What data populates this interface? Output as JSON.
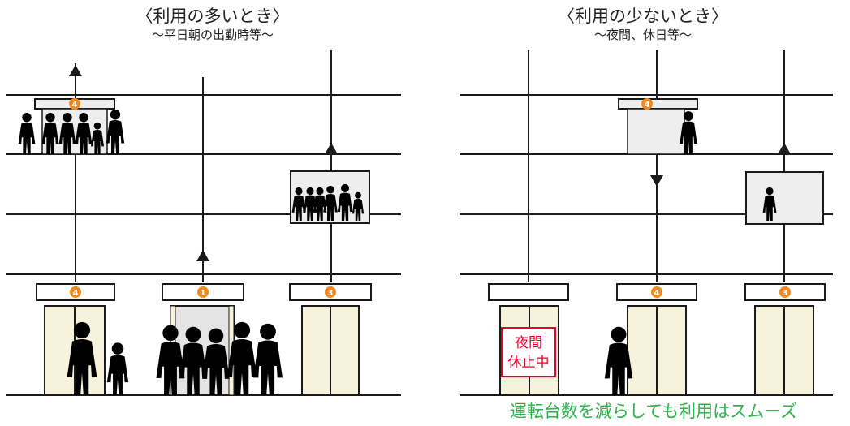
{
  "left_panel": {
    "title": "〈利用の多いとき〉",
    "subtitle": "〜平日朝の出勤時等〜",
    "car_numbers": [
      "4",
      "1",
      "3"
    ]
  },
  "right_panel": {
    "title": "〈利用の少ないとき〉",
    "subtitle": "〜夜間、休日等〜",
    "car_numbers": [
      "4",
      "3"
    ],
    "suspended_sign": {
      "line1": "夜間",
      "line2": "休止中"
    }
  },
  "caption": "運転台数を減らしても利用はスムーズ",
  "colors": {
    "line": "#1a1a1a",
    "badge": "#f08a1c",
    "door": "#f7f2dc",
    "door_open": "#e4e4e4",
    "car": "#eeeeee",
    "sign_red": "#e8002a",
    "caption_green": "#2fb24c"
  }
}
